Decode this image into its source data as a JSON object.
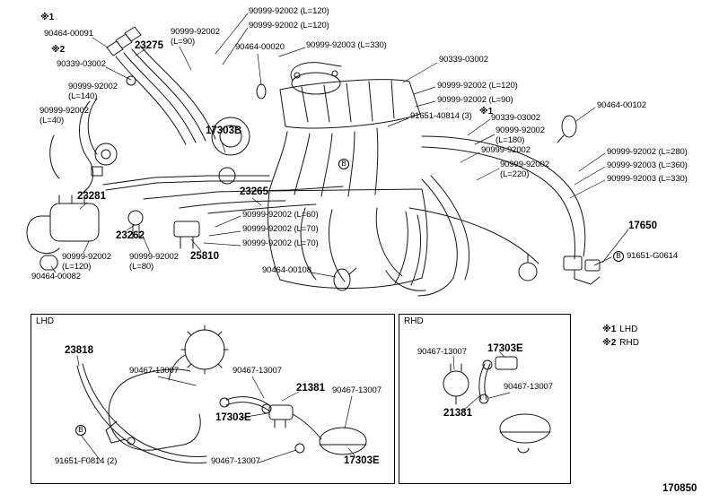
{
  "drawing": {
    "number": "170850",
    "callout_letter": "B",
    "legend": [
      {
        "marker": "※1",
        "label": "LHD"
      },
      {
        "marker": "※2",
        "label": "RHD"
      }
    ]
  },
  "insets": {
    "lhd": {
      "title": "LHD"
    },
    "rhd": {
      "title": "RHD"
    }
  },
  "labels": {
    "main": [
      "※1",
      "90464-00091",
      "※2",
      "90339-03002",
      "23275",
      "90999-92002\n(L=90)",
      "90999-92002 (L=120)",
      "90999-92002 (L=120)",
      "90464-00020",
      "90999-92003 (L=330)",
      "90339-03002",
      "90999-92002\n(L=140)",
      "90999-92002\n(L=40)",
      "90999-92002 (L=120)",
      "90999-92002 (L=90)",
      "91651-40814 (3)",
      "※1",
      "90339-03002",
      "90464-00102",
      "90999-92002\n(L=180)",
      "17303B",
      "90999-92002",
      "90999-92002\n(L=220)",
      "90999-92002 (L=280)",
      "90999-92003 (L=360)",
      "90999-92003 (L=330)",
      "23281",
      "23265",
      "17650",
      "90999-92002 (L=60)",
      "90999-92002 (L=70)",
      "90999-92002 (L=70)",
      "23262",
      "25810",
      "90999-92002\n(L=120)",
      "90999-92002\n(L=80)",
      "91651-G0614",
      "90464-00082",
      "90464-00108"
    ],
    "lhd": [
      "23818",
      "90467-13007",
      "90467-13007",
      "21381",
      "90467-13007",
      "17303E",
      "91651-F0814 (2)",
      "90467-13007",
      "17303E"
    ],
    "rhd": [
      "90467-13007",
      "17303E",
      "90467-13007",
      "21381"
    ]
  }
}
